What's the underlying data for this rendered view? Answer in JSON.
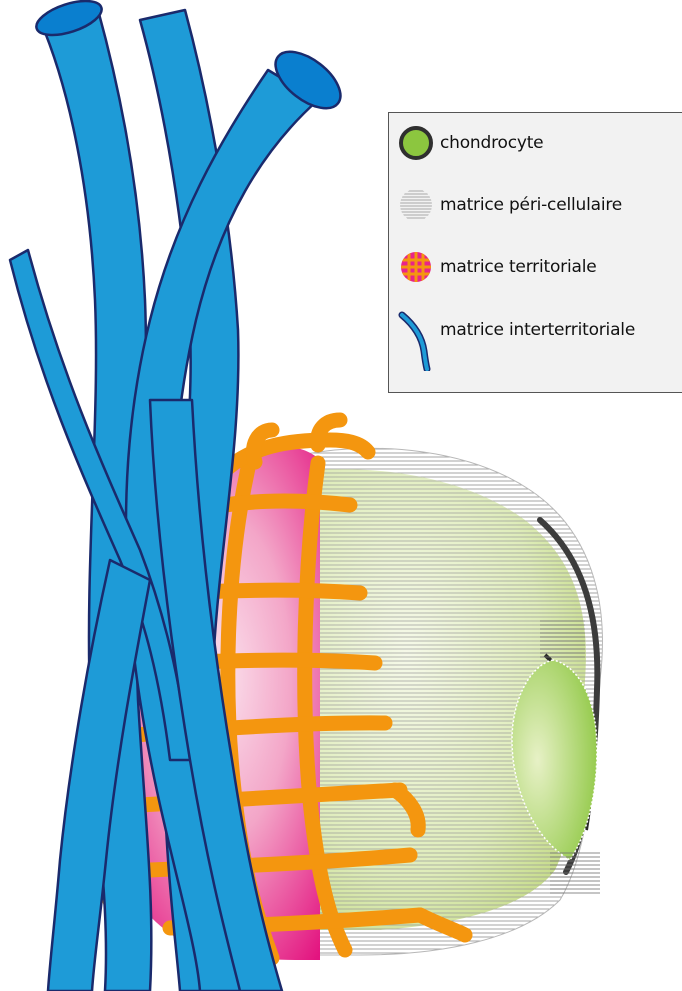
{
  "legend": {
    "items": [
      {
        "label": "chondrocyte",
        "icon": "chondrocyte-icon"
      },
      {
        "label": "matrice péri-cellulaire",
        "icon": "pericellular-matrix-icon"
      },
      {
        "label": "matrice territoriale",
        "icon": "territorial-matrix-icon"
      },
      {
        "label": "matrice interterritoriale",
        "icon": "interterritorial-matrix-icon"
      }
    ]
  },
  "colors": {
    "fiber": "#1e9bd7",
    "fiber_outline": "#1a2a6c",
    "fiber_end": "#0a7fcf",
    "territorial_pink": "#e8248a",
    "territorial_light": "#f6b8d2",
    "orange_mesh": "#f4960f",
    "chondrocyte_green": "#8cc63f",
    "chondrocyte_light": "#d7eaa8",
    "cell_outline": "#3c3c3c",
    "pericellular_gray": "#9a9a9a",
    "legend_bg": "#f2f2f2"
  }
}
